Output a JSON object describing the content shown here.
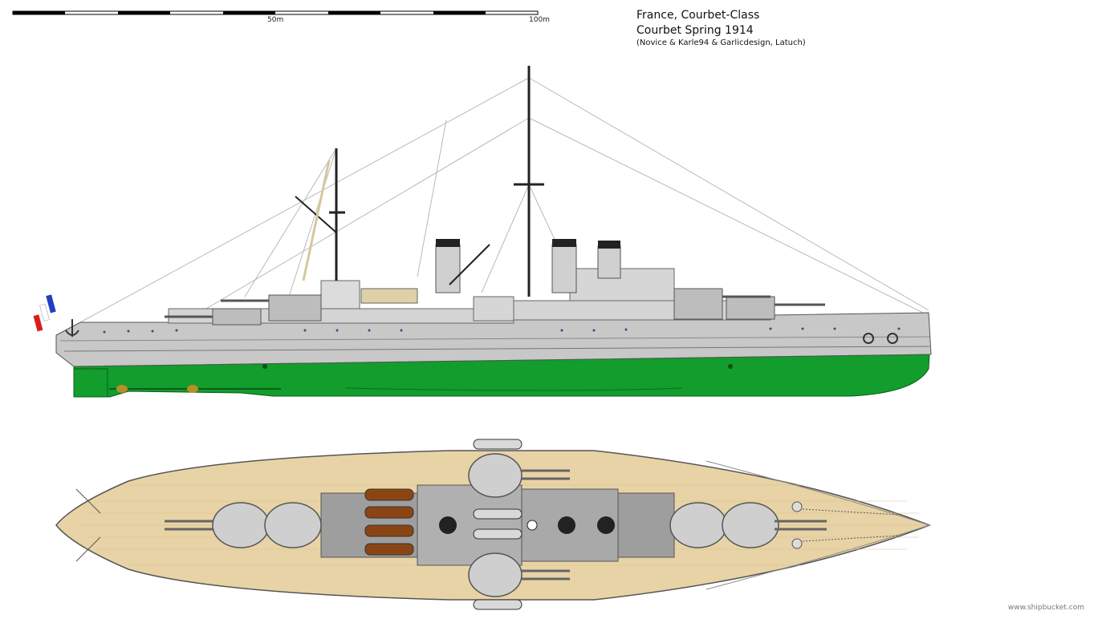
{
  "scale": {
    "mid_label": "50m",
    "end_label": "100m"
  },
  "header": {
    "line1": "France, Courbet-Class",
    "line2": "Courbet Spring 1914",
    "line3": "(Novice & Karle94 & Garlicdesign, Latuch)"
  },
  "footer": {
    "credit": "www.shipbucket.com"
  },
  "colors": {
    "hull_gray": "#c8c8c8",
    "underwater_green": "#129d2c",
    "deck_wood": "#e8d3a6",
    "flag_blue": "#1f3fbf",
    "flag_red": "#d81e1e"
  }
}
